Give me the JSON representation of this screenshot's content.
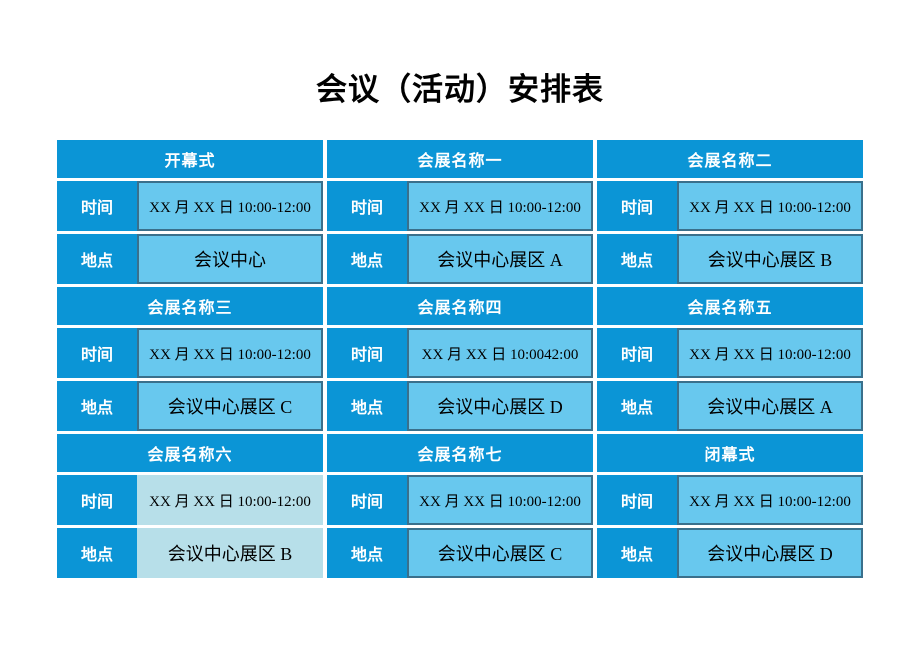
{
  "page": {
    "title": "会议（活动）安排表"
  },
  "table": {
    "row_labels": {
      "time": "时间",
      "location": "地点"
    },
    "colors": {
      "header_blue": "#0b95d6",
      "value_light_blue": "#68c8ee",
      "value_pale_blue": "#b7dfe9",
      "value_border_dark": "#3a708c",
      "header_text": "#ffffff",
      "value_text": "#000000"
    },
    "sections": [
      {
        "name": "开幕式",
        "time": "XX 月 XX 日 10:00-12:00",
        "location": "会议中心"
      },
      {
        "name": "会展名称一",
        "time": "XX 月 XX 日 10:00-12:00",
        "location": "会议中心展区 A"
      },
      {
        "name": "会展名称二",
        "time": "XX 月 XX 日 10:00-12:00",
        "location": "会议中心展区 B"
      },
      {
        "name": "会展名称三",
        "time": "XX 月 XX 日 10:00-12:00",
        "location": "会议中心展区 C"
      },
      {
        "name": "会展名称四",
        "time": "XX 月 XX 日 10:0042:00",
        "location": "会议中心展区 D"
      },
      {
        "name": "会展名称五",
        "time": "XX 月 XX 日 10:00-12:00",
        "location": "会议中心展区 A"
      },
      {
        "name": "会展名称六",
        "time": "XX 月 XX 日 10:00-12:00",
        "location": "会议中心展区 B",
        "pale": true
      },
      {
        "name": "会展名称七",
        "time": "XX 月 XX 日 10:00-12:00",
        "location": "会议中心展区 C"
      },
      {
        "name": "闭幕式",
        "time": "XX 月 XX 日 10:00-12:00",
        "location": "会议中心展区 D"
      }
    ]
  }
}
